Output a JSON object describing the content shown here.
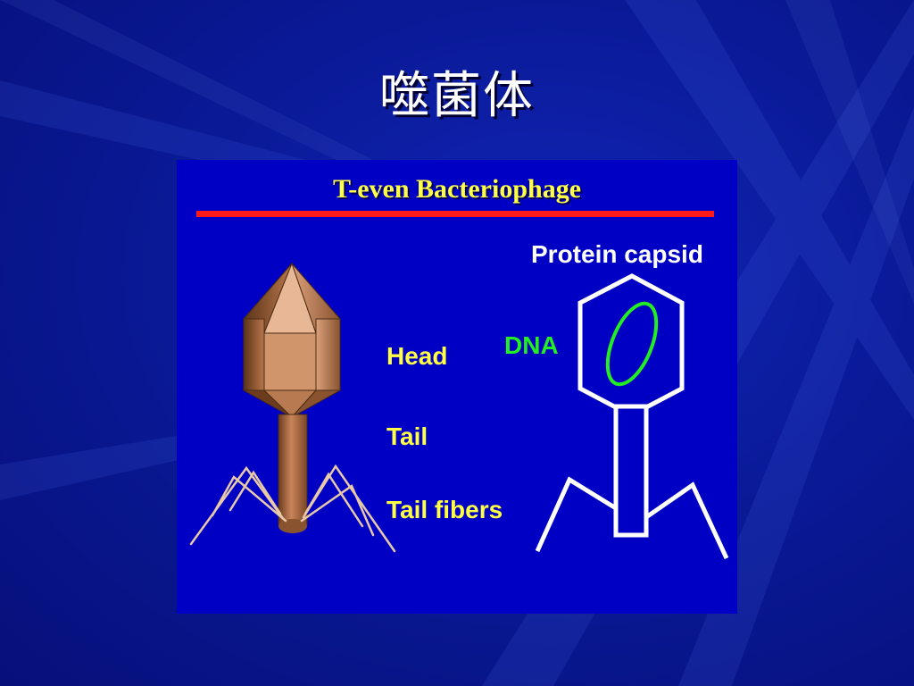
{
  "slide": {
    "title": "噬菌体"
  },
  "panel": {
    "title": "T-even Bacteriophage",
    "labels": {
      "head": "Head",
      "tail": "Tail",
      "tail_fibers": "Tail fibers",
      "protein_capsid": "Protein capsid",
      "dna": "DNA"
    }
  },
  "colors": {
    "background": "#0a1a98",
    "panel": "#0000c4",
    "title_text": "#ffff44",
    "rule": "#ff1a1a",
    "dna_outline": "#22ee22",
    "phage_body": "#c8845a"
  }
}
